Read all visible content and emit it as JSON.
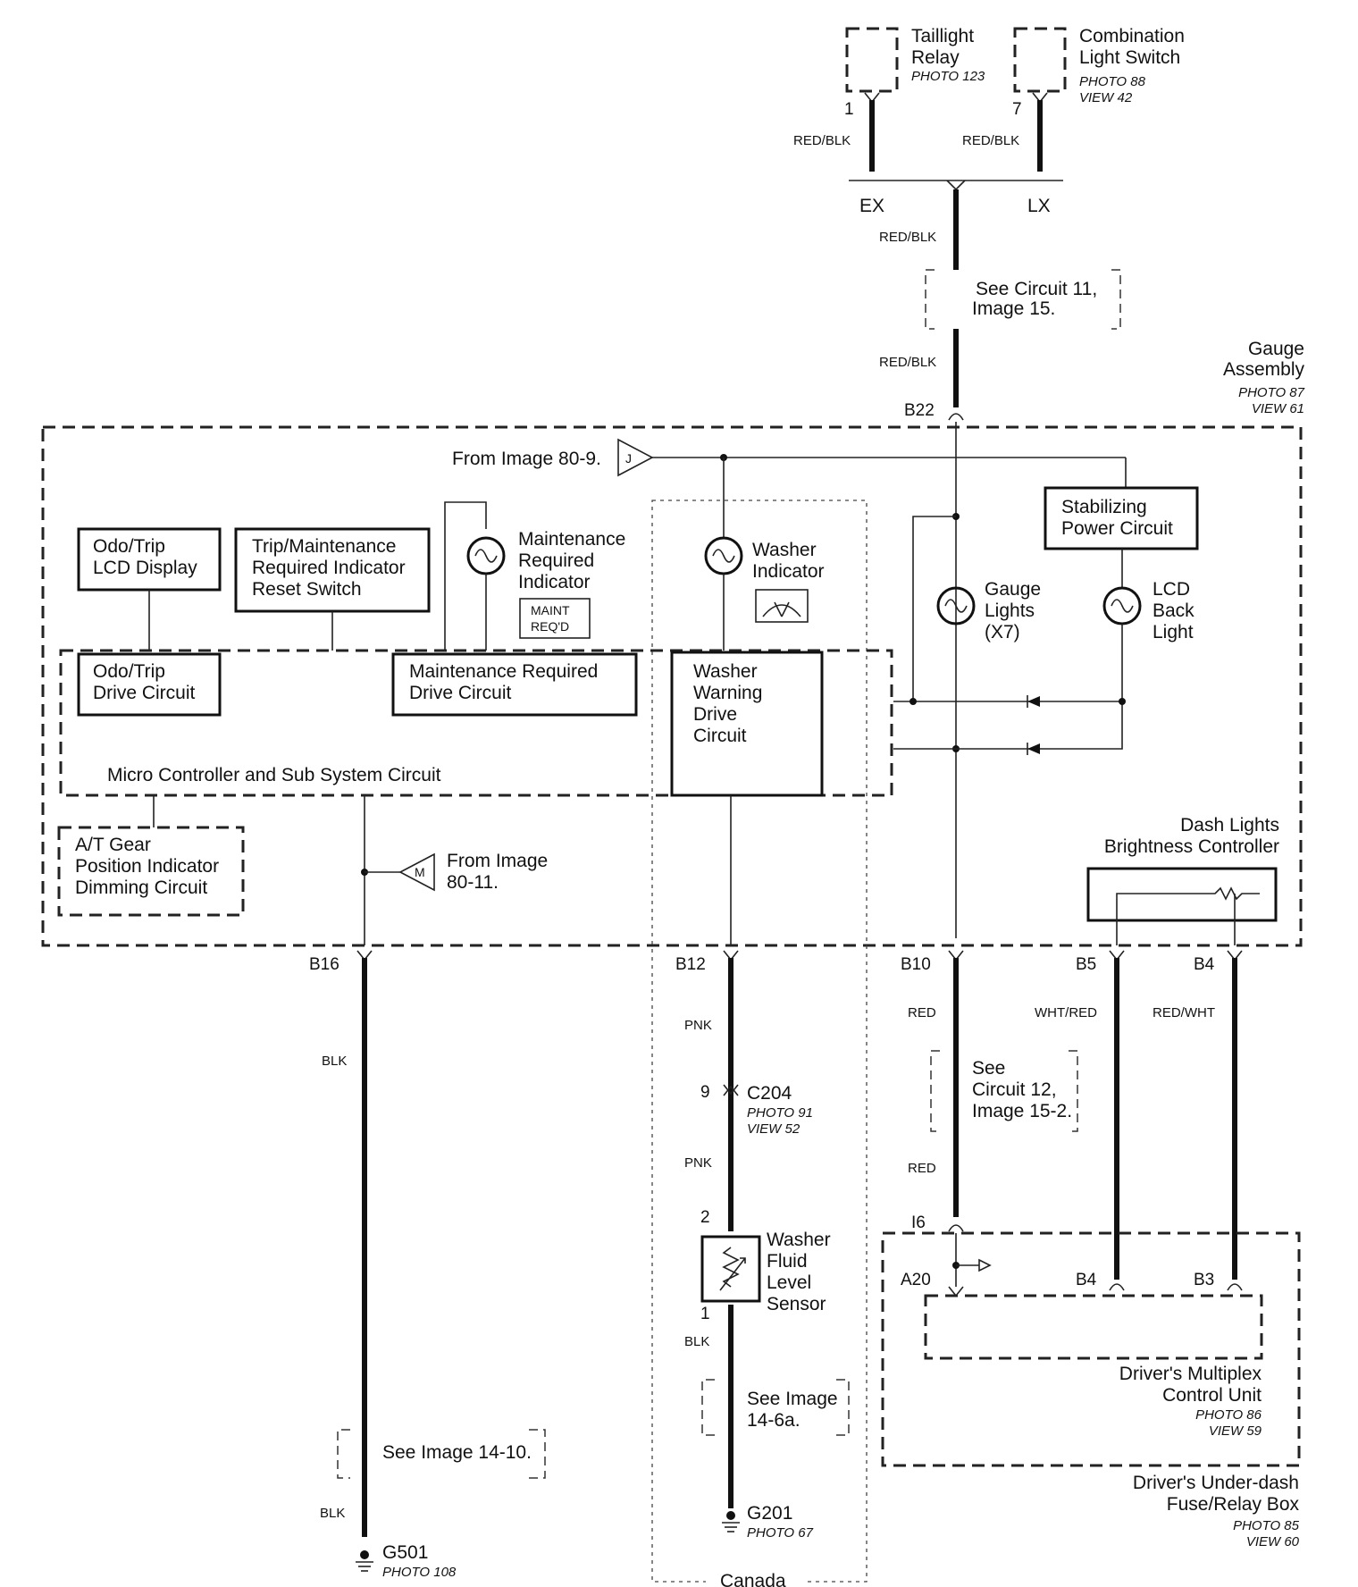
{
  "taillight_relay": {
    "name": [
      "Taillight",
      "Relay"
    ],
    "photo": "PHOTO 123",
    "pin": "1",
    "wire": "RED/BLK",
    "variant": "EX"
  },
  "combination_switch": {
    "name": [
      "Combination",
      "Light Switch"
    ],
    "photo": "PHOTO 88",
    "view": "VIEW 42",
    "pin": "7",
    "wire": "RED/BLK",
    "variant": "LX"
  },
  "feed": {
    "wire_top": "RED/BLK",
    "wire_bottom": "RED/BLK",
    "see_ref": [
      "See Circuit 11,",
      "Image 15."
    ],
    "pin": "B22"
  },
  "gauge_assembly": {
    "name": [
      "Gauge",
      "Assembly"
    ],
    "photo": "PHOTO 87",
    "view": "VIEW 61"
  },
  "from_j": {
    "text": "From Image 80-9.",
    "letter": "J"
  },
  "from_m": {
    "text": [
      "From Image",
      "80-11."
    ],
    "letter": "M"
  },
  "blocks": {
    "odo_lcd": [
      "Odo/Trip",
      "LCD Display"
    ],
    "trip_reset": [
      "Trip/Maintenance",
      "Required Indicator",
      "Reset Switch"
    ],
    "maint_indicator": [
      "Maintenance",
      "Required",
      "Indicator"
    ],
    "maint_badge": [
      "MAINT",
      "REQ'D"
    ],
    "washer_indicator": [
      "Washer",
      "Indicator"
    ],
    "stabilizing": [
      "Stabilizing",
      "Power Circuit"
    ],
    "gauge_lights": [
      "Gauge",
      "Lights",
      "(X7)"
    ],
    "lcd_back": [
      "LCD",
      "Back",
      "Light"
    ],
    "odo_drive": [
      "Odo/Trip",
      "Drive Circuit"
    ],
    "maint_drive": [
      "Maintenance Required",
      "Drive Circuit"
    ],
    "washer_drive": [
      "Washer",
      "Warning",
      "Drive",
      "Circuit"
    ],
    "micro": "Micro Controller and Sub System Circuit",
    "at_gear": [
      "A/T Gear",
      "Position Indicator",
      "Dimming Circuit"
    ],
    "dash_ctrl": [
      "Dash Lights",
      "Brightness Controller"
    ]
  },
  "b16": {
    "pin": "B16",
    "wire_top": "BLK",
    "see_ref": "See Image 14-10.",
    "wire_bottom": "BLK",
    "ground": "G501",
    "photo": "PHOTO 108"
  },
  "b12": {
    "pin": "B12",
    "wire1": "PNK",
    "conn_pin": "9",
    "connector": "C204",
    "conn_photo": "PHOTO 91",
    "conn_view": "VIEW 52",
    "wire2": "PNK",
    "sensor_pin_top": "2",
    "sensor": [
      "Washer",
      "Fluid",
      "Level",
      "Sensor"
    ],
    "sensor_pin_bottom": "1",
    "wire3": "BLK",
    "see_ref": [
      "See Image",
      "14-6a."
    ],
    "ground": "G201",
    "photo": "PHOTO 67",
    "region": "Canada"
  },
  "b10": {
    "pin": "B10",
    "wire_top": "RED",
    "see_ref": [
      "See",
      "Circuit 12,",
      "Image 15-2."
    ],
    "wire_bottom": "RED",
    "conn": "I6",
    "pin_mpcs": "A20"
  },
  "b5": {
    "pin": "B5",
    "wire": "WHT/RED",
    "pin_mpcs": "B4"
  },
  "b4": {
    "pin": "B4",
    "wire": "RED/WHT",
    "pin_mpcs": "B3"
  },
  "mpcs": {
    "name": [
      "Driver's Multiplex",
      "Control Unit"
    ],
    "photo": "PHOTO 86",
    "view": "VIEW 59"
  },
  "fuse_box": {
    "name": [
      "Driver's Under-dash",
      "Fuse/Relay Box"
    ],
    "photo": "PHOTO 85",
    "view": "VIEW 60"
  }
}
